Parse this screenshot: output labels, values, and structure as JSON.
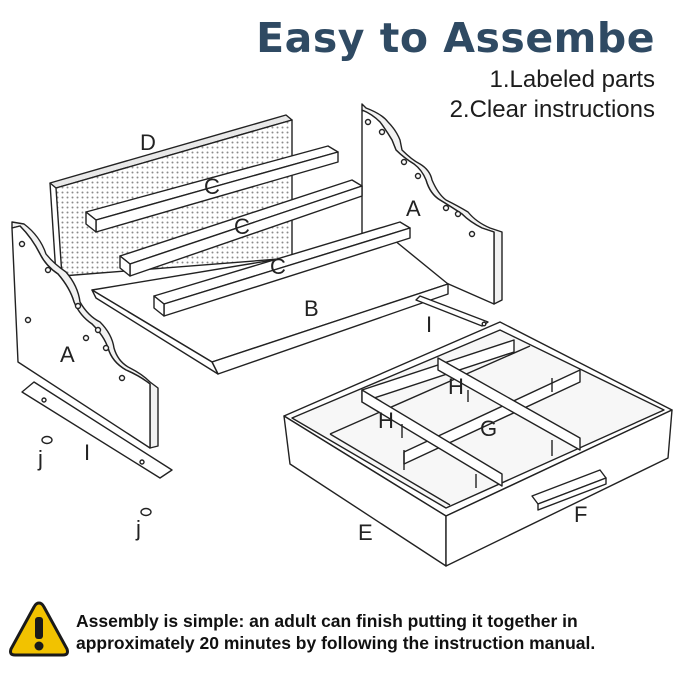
{
  "heading": {
    "title": "Easy to Assembe",
    "features": [
      "1.Labeled parts",
      "2.Clear instructions"
    ]
  },
  "diagram": {
    "parts": [
      {
        "id": "panel-d",
        "label": "D"
      },
      {
        "id": "shelf-c-top",
        "label": "C"
      },
      {
        "id": "shelf-c-middle",
        "label": "C"
      },
      {
        "id": "shelf-c-lower",
        "label": "C"
      },
      {
        "id": "side-panel-a-right",
        "label": "A"
      },
      {
        "id": "side-panel-a-left",
        "label": "A"
      },
      {
        "id": "base-board-b",
        "label": "B"
      },
      {
        "id": "rail-i-right",
        "label": "I"
      },
      {
        "id": "rail-i-left",
        "label": "I"
      },
      {
        "id": "screw-j-upper",
        "label": "j"
      },
      {
        "id": "screw-j-lower",
        "label": "j"
      },
      {
        "id": "divider-h-upper",
        "label": "H"
      },
      {
        "id": "divider-h-left",
        "label": "H"
      },
      {
        "id": "divider-g",
        "label": "G"
      },
      {
        "id": "drawer-box-e",
        "label": "E"
      },
      {
        "id": "drawer-handle-f",
        "label": "F"
      }
    ]
  },
  "notice": {
    "icon": "warning-icon",
    "lines": [
      "Assembly is simple: an adult can finish putting it together in",
      "approximately 20 minutes by following the instruction manual."
    ]
  },
  "colors": {
    "title": "#2f4a63",
    "warning_fill": "#f2c200",
    "line": "#222222"
  }
}
